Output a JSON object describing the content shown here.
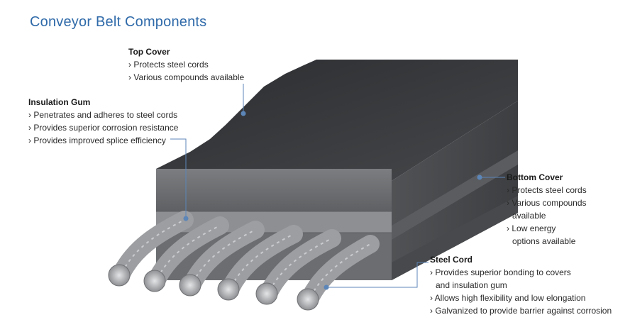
{
  "title": "Conveyor Belt Components",
  "labels": {
    "top_cover": {
      "heading": "Top Cover",
      "items": [
        "Protects steel cords",
        "Various compounds available"
      ]
    },
    "insulation_gum": {
      "heading": "Insulation Gum",
      "items": [
        "Penetrates and adheres to steel cords",
        "Provides superior corrosion resistance",
        "Provides improved splice efficiency"
      ]
    },
    "bottom_cover": {
      "heading": "Bottom Cover",
      "items": [
        "Protects steel cords",
        "Various compounds",
        "available",
        "Low energy",
        "options available"
      ]
    },
    "steel_cord": {
      "heading": "Steel Cord",
      "items": [
        "Provides superior bonding to covers",
        "and insulation gum",
        "Allows high flexibility and low elongation",
        "Galvanized to provide barrier against corrosion"
      ]
    }
  },
  "colors": {
    "title": "#2f6aa9",
    "leader": "#5c86b8",
    "top_cover": "#3a3c3f",
    "belt_side": "#8a8c8f",
    "cord": "#b5b7ba"
  }
}
